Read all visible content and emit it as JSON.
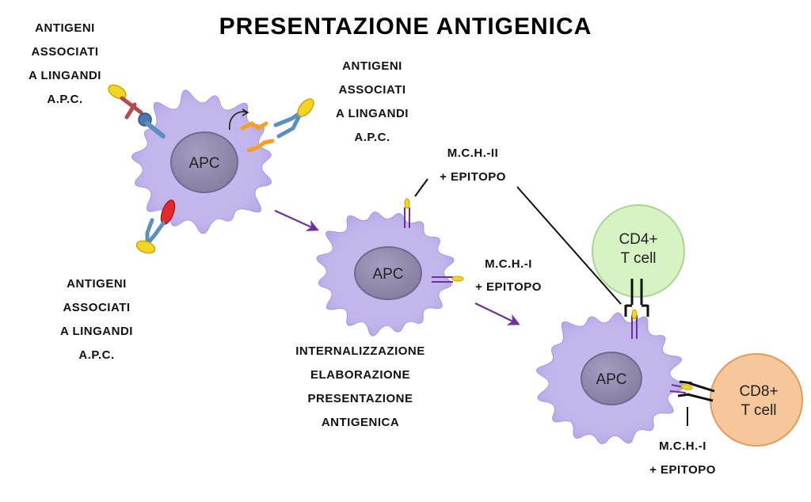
{
  "title": "PRESENTAZIONE ANTIGENICA",
  "labels": {
    "topleft": [
      "ANTIGENI",
      "ASSOCIATI",
      "A LINGANDI",
      "A.P.C."
    ],
    "topmid": [
      "ANTIGENI",
      "ASSOCIATI",
      "A LINGANDI",
      "A.P.C."
    ],
    "bottomleft": [
      "ANTIGENI",
      "ASSOCIATI",
      "A LINGANDI",
      "A.P.C."
    ],
    "mch2": [
      "M.C.H.-II",
      "+ EPITOPO"
    ],
    "mch1_mid": [
      "M.C.H.-I",
      "+ EPITOPO"
    ],
    "process": [
      "INTERNALIZZAZIONE",
      "ELABORAZIONE",
      "PRESENTAZIONE",
      "ANTIGENICA"
    ],
    "mch1_bottom": [
      "M.C.H.-I",
      "+ EPITOPO"
    ]
  },
  "cells": {
    "apc_label": "APC",
    "cd4": [
      "CD4+",
      "T cell"
    ],
    "cd8": [
      "CD8+",
      "T cell"
    ]
  },
  "colors": {
    "apc_body": "#c4b8ee",
    "apc_edge": "#b4a6e6",
    "nucleus": "#8c84aa",
    "cd4": "#d7f3c4",
    "cd8": "#f5c79a",
    "arrow": "#6e2ea0",
    "antigen_yellow": "#f4d424",
    "antibody_blue": "#5b8fbf",
    "orange": "#f5a020",
    "red": "#e02a2a"
  }
}
